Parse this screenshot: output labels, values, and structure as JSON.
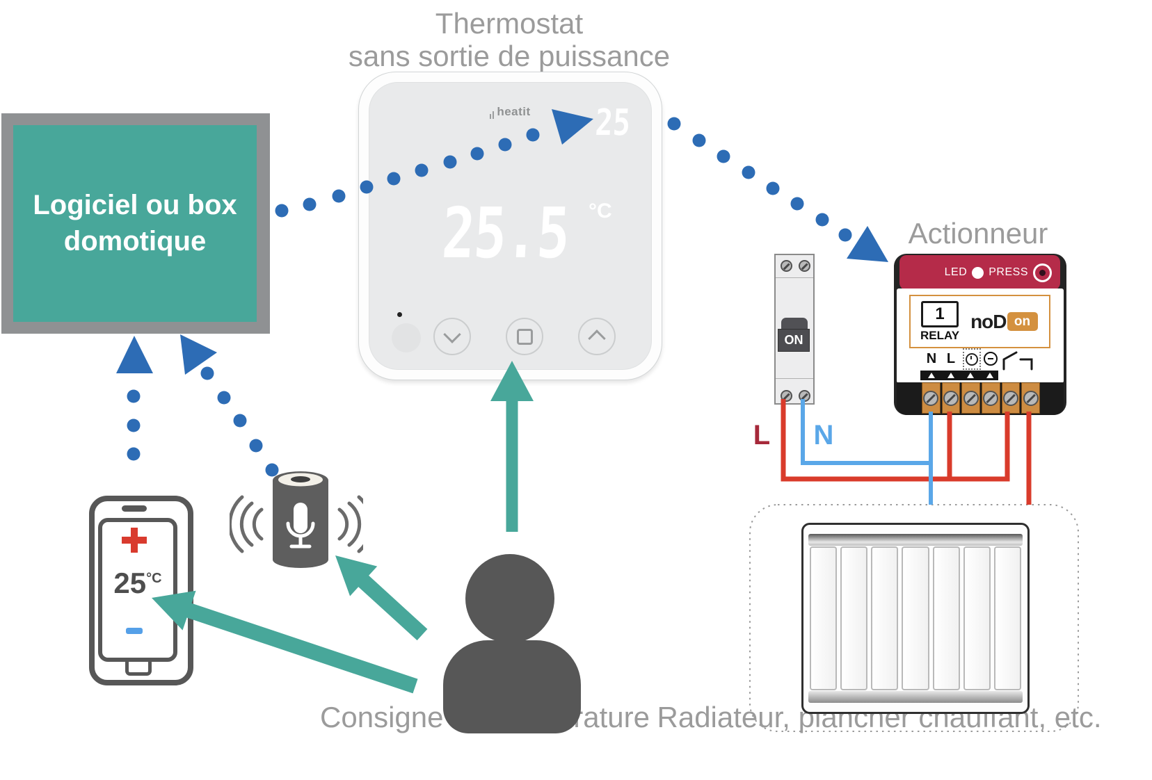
{
  "colors": {
    "teal": "#48A79A",
    "dot_blue": "#2D6CB5",
    "wire_red": "#D93B2B",
    "wire_blue": "#5AA7E8",
    "label_red": "#A6293A",
    "gray_text": "#9B9B9B",
    "actuator_band_red": "#B52B49",
    "nodon_orange": "#D4913F"
  },
  "titles": {
    "thermostat_line1": "Thermostat",
    "thermostat_line2": "sans sortie de puissance",
    "actuator": "Actionneur",
    "setpoint_caption": "Consigne de température",
    "heater_caption": "Radiateur, plancher chauffant, etc."
  },
  "box": {
    "label_line1": "Logiciel ou box",
    "label_line2": "domotique"
  },
  "thermostat": {
    "brand": "heatit",
    "setpoint": "25",
    "temperature": "25.5",
    "unit": "°C"
  },
  "breaker": {
    "switch_label": "ON"
  },
  "wires": {
    "live_label": "L",
    "neutral_label": "N"
  },
  "actuator": {
    "led_label": "LED",
    "press_label": "PRESS",
    "relay_count": "1",
    "relay_label": "RELAY",
    "brand_prefix": "noD",
    "brand_suffix": "on",
    "terminal_n": "N",
    "terminal_l": "L"
  },
  "phone": {
    "increase_icon": "+",
    "temperature": "25",
    "unit": "°C",
    "decrease_icon": "–"
  }
}
